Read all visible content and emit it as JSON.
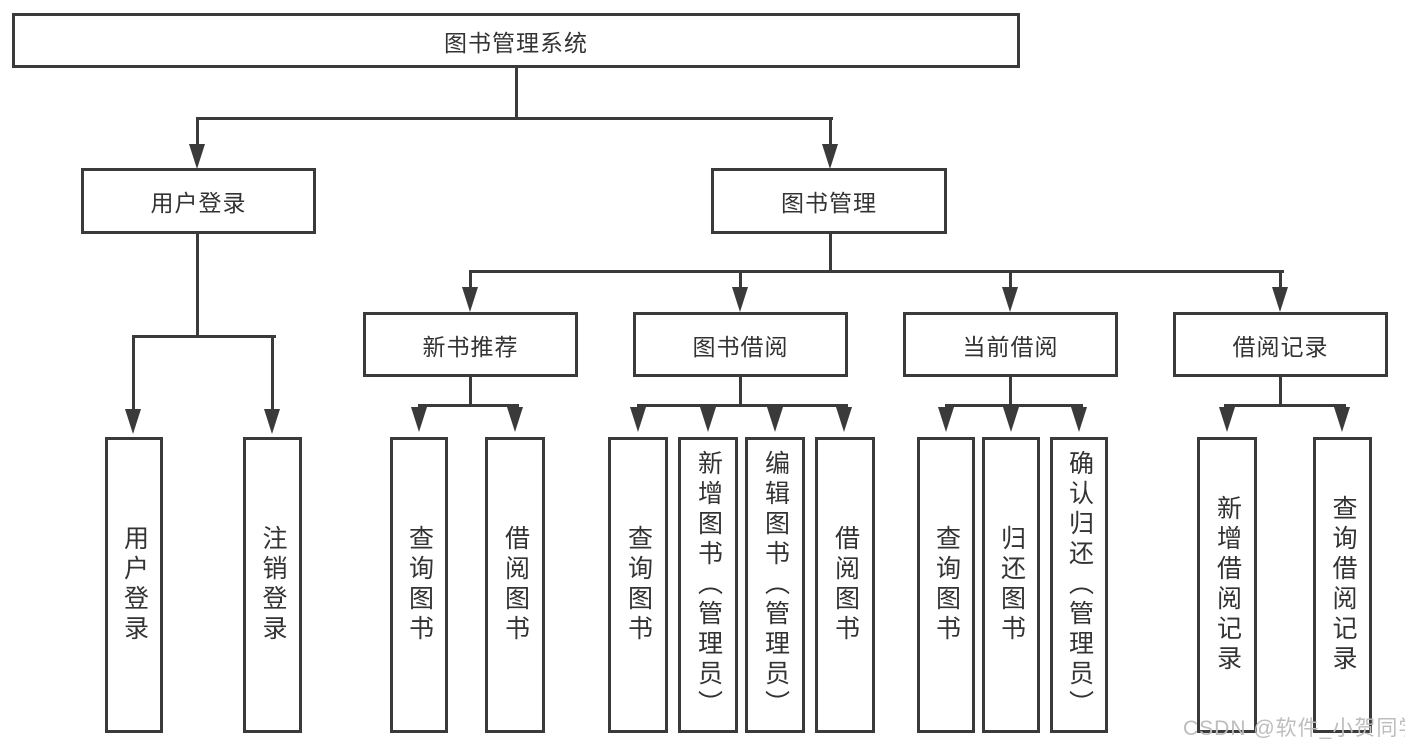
{
  "nodes": {
    "root": "图书管理系统",
    "user_login": "用户登录",
    "book_mgmt": "图书管理",
    "new_book_rec": "新书推荐",
    "book_borrow": "图书借阅",
    "current_borrow": "当前借阅",
    "borrow_records": "借阅记录",
    "leaves": {
      "user_login": [
        "用户登录",
        "注销登录"
      ],
      "new_book_rec": [
        "查询图书",
        "借阅图书"
      ],
      "book_borrow": [
        "查询图书",
        "新增图书（管理员）",
        "编辑图书（管理员）",
        "借阅图书"
      ],
      "current_borrow": [
        "查询图书",
        "归还图书",
        "确认归还（管理员）"
      ],
      "borrow_records": [
        "新增借阅记录",
        "查询借阅记录"
      ]
    }
  },
  "watermark": "CSDN @软件_小贺同学",
  "colors": {
    "line": "#3a3a3a",
    "text": "#333333",
    "watermark": "#bdbdbd",
    "background": "#ffffff"
  }
}
